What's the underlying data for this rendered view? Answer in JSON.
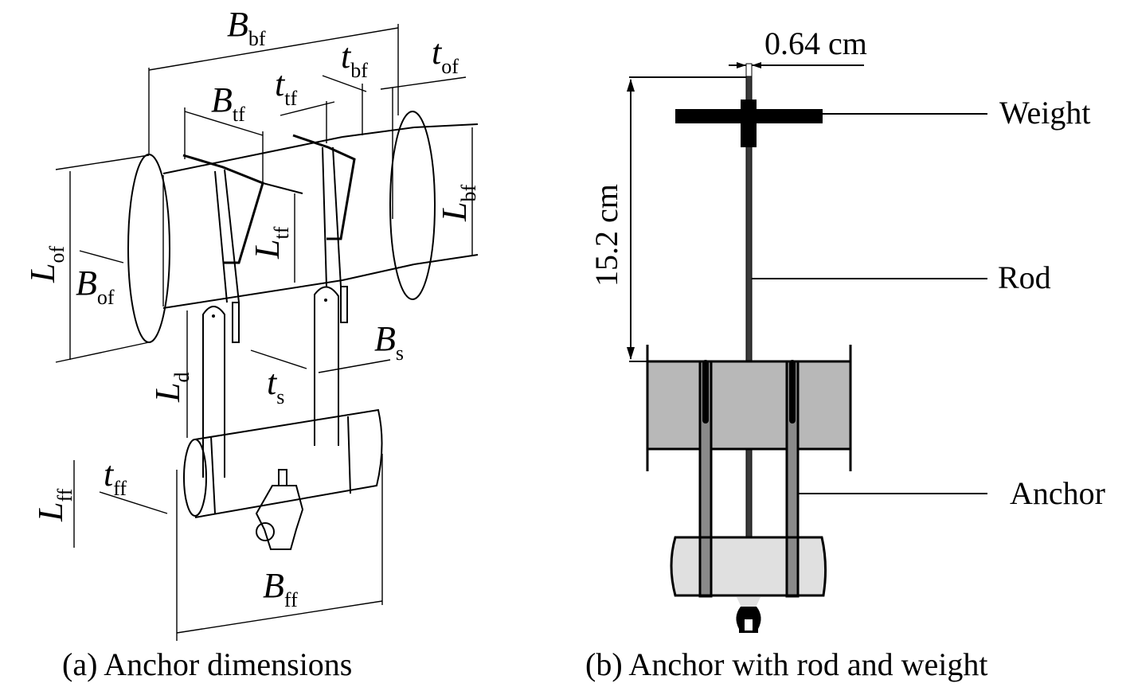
{
  "figure": {
    "panel_a": {
      "caption": "(a) Anchor dimensions",
      "labels": {
        "B_bf": {
          "main": "B",
          "sub": "bf"
        },
        "t_bf": {
          "main": "t",
          "sub": "bf"
        },
        "t_of": {
          "main": "t",
          "sub": "of"
        },
        "B_tf": {
          "main": "B",
          "sub": "tf"
        },
        "t_tf": {
          "main": "t",
          "sub": "tf"
        },
        "L_bf": {
          "main": "L",
          "sub": "bf"
        },
        "L_tf": {
          "main": "L",
          "sub": "tf"
        },
        "L_of": {
          "main": "L",
          "sub": "of"
        },
        "B_of": {
          "main": "B",
          "sub": "of"
        },
        "B_s": {
          "main": "B",
          "sub": "s"
        },
        "t_s": {
          "main": "t",
          "sub": "s"
        },
        "L_d": {
          "main": "L",
          "sub": "d"
        },
        "L_ff": {
          "main": "L",
          "sub": "ff"
        },
        "t_ff": {
          "main": "t",
          "sub": "ff"
        },
        "B_ff": {
          "main": "B",
          "sub": "ff"
        }
      }
    },
    "panel_b": {
      "caption": "(b) Anchor with rod and weight",
      "rod_diameter": "0.64 cm",
      "rod_length": "15.2 cm",
      "callouts": {
        "weight": "Weight",
        "rod": "Rod",
        "anchor": "Anchor"
      },
      "colors": {
        "back_flange_fill": "#b8b8b8",
        "shank_fill": "#8a8a8a",
        "front_flange_fill": "#e0e0e0",
        "rod_fill": "#3a3a3a",
        "weight_fill": "#000000"
      }
    }
  }
}
